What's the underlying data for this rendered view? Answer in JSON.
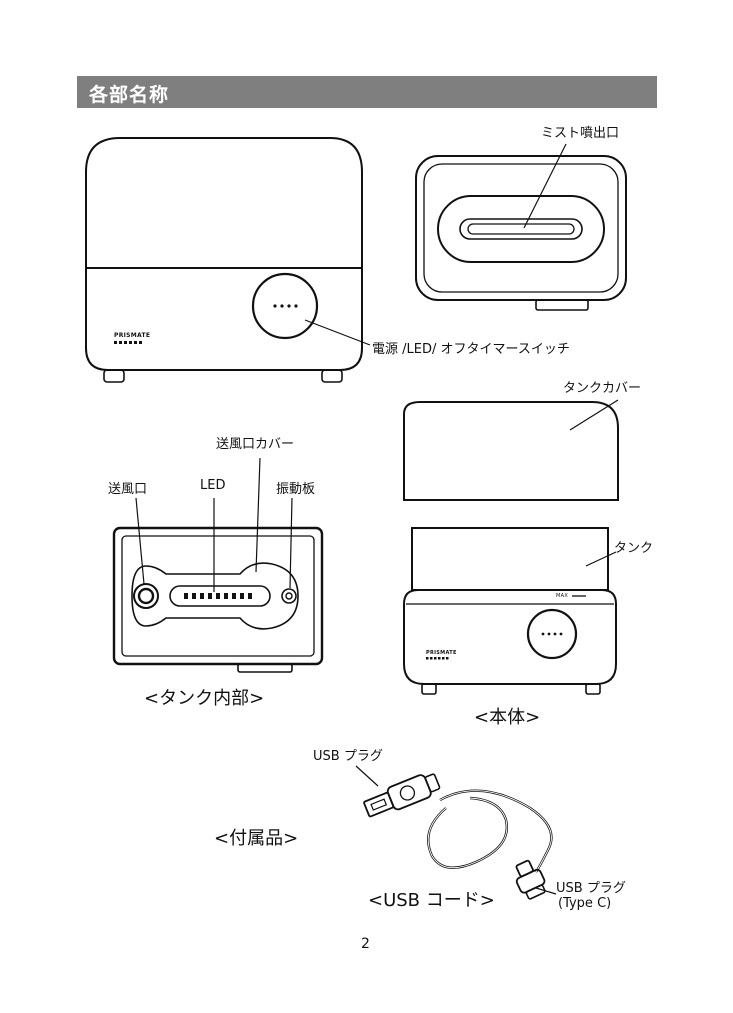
{
  "section": {
    "title": "各部名称"
  },
  "labels": {
    "mist_outlet": "ミスト噴出口",
    "power_switch": "電源 /LED/ オフタイマースイッチ",
    "tank_cover": "タンクカバー",
    "vent_cover": "送風口カバー",
    "vent": "送風口",
    "led": "LED",
    "vibration_plate": "振動板",
    "tank": "タンク",
    "usb_plug": "USB プラグ",
    "usb_plug_c_line1": "USB プラグ",
    "usb_plug_c_line2": "(Type C)"
  },
  "captions": {
    "tank_inside": "<タンク内部>",
    "main_body": "<本体>",
    "accessories": "<付属品>",
    "usb_cord": "<USB コード>"
  },
  "brand": {
    "logo_text": "PRISMATE",
    "max_mark": "MAX"
  },
  "page_number": "2"
}
